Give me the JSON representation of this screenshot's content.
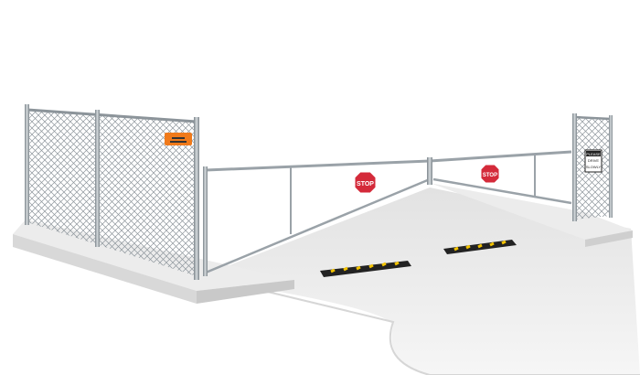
{
  "scene": {
    "stop_sign_left": "STOP",
    "stop_sign_right": "STOP",
    "fence_sign_right": [
      "PLEASE",
      "DRIVE",
      "SLOWLY"
    ],
    "fence_sign_left_color": "#f07a1a",
    "stop_sign_color": "#d42a3a",
    "concrete_color": "#e9e9e9",
    "metal_color": "#9aa2a8"
  }
}
